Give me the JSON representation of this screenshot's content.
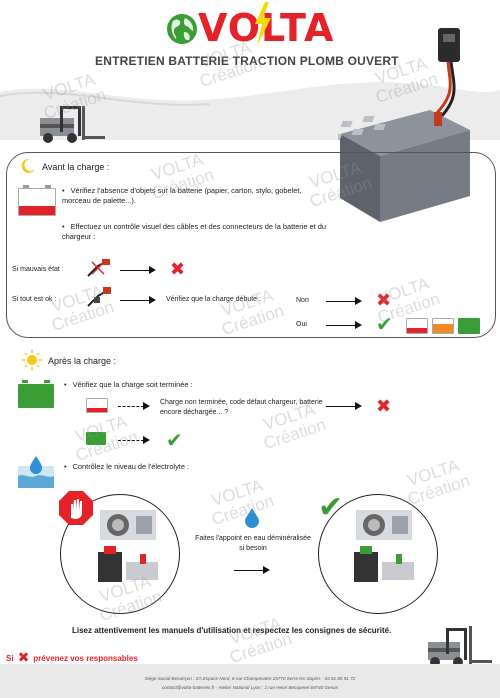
{
  "brand": {
    "name": "VOLTA",
    "colors": {
      "red": "#e3222a",
      "green": "#3a9d35",
      "orange": "#f08a24",
      "gray": "#9a9a9a"
    }
  },
  "title": "ENTRETIEN BATTERIE TRACTION PLOMB OUVERT",
  "before": {
    "title": "Avant la charge :",
    "bullet1": "Vérifiez l'absence d'objets sur la batterie (papier, carton, stylo, gobelet, morceau de palette...).",
    "bullet2": "Effectuez un contrôle visuel des câbles et des connecteurs de la batterie et du chargeur :",
    "bad_label": "Si mauvais état :",
    "good_label": "Si tout est ok :",
    "check_charge": "Vérifiez que la charge débute :",
    "no": "Non",
    "yes": "Oui"
  },
  "after": {
    "title": "Après la charge :",
    "bullet1": "Vérifiez que la charge soit terminée :",
    "not_done": "Charge non terminée, code défaut chargeur, batterie encore déchargée... ?",
    "bullet2": "Contrôlez le niveau de l'électrolyte :",
    "topup": "Faites l'appoint en eau déminéralisée si besoin"
  },
  "notice": "Lisez attentivement les manuels d'utilisation et respectez les consignes de sécurité.",
  "warning_prefix": "Si",
  "warning_text": "prévenez vos responsables",
  "footer": {
    "line1": "Siège Social Besançon : ZA Espace Nord, 8 rue Champenatre 25770 Serre les Sapins · 03 81 80 91 72",
    "line2": "contact@volta-batteries.fr · Atelier National Lyon : 1 rue Henri Becquerel 69740 Genas"
  },
  "watermark": {
    "line1": "VOLTA",
    "line2": "Création"
  },
  "icons": [
    "globe-icon",
    "lightning-icon",
    "forklift-icon",
    "battery-icon",
    "moon-icon",
    "sun-icon",
    "water-drop-icon",
    "stop-hand-icon",
    "cross-icon",
    "check-icon",
    "arrow-icon",
    "charger-plug-icon"
  ]
}
